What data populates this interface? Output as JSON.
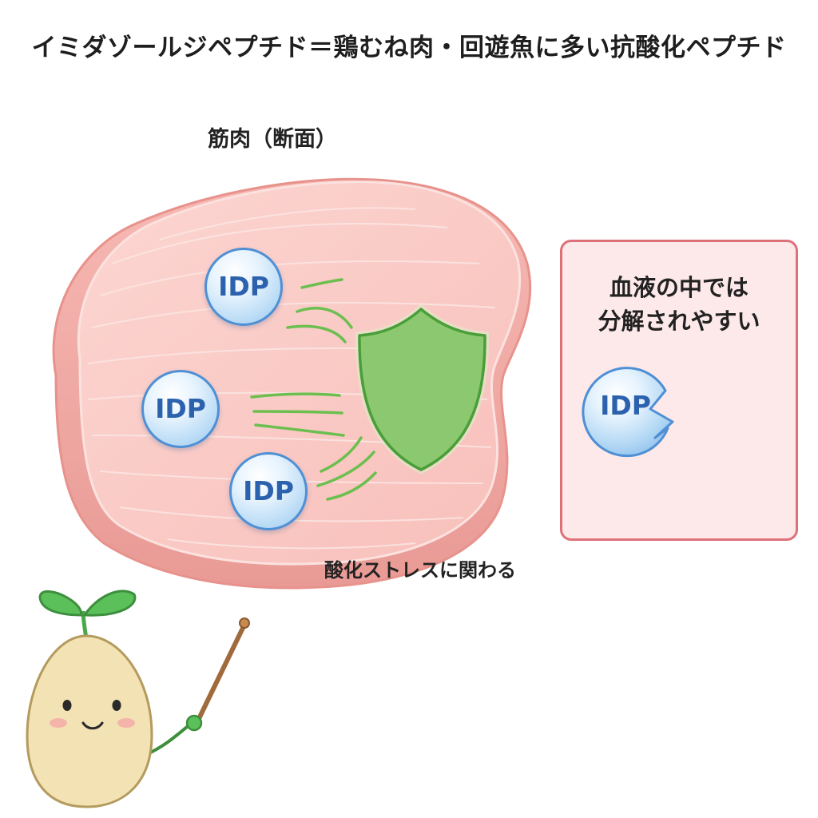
{
  "title": "イミダゾールジペプチド＝鶏むね肉・回遊魚に多い抗酸化ペプチド",
  "muscle": {
    "label": "筋肉（断面）",
    "molecules": [
      "IDP",
      "IDP",
      "IDP"
    ]
  },
  "stress_label": "酸化ストレスに関わる",
  "blood": {
    "line1": "血液の中では",
    "line2": "分解されやすい",
    "molecule": "IDP"
  },
  "colors": {
    "meat": "#f8c4c0",
    "meat_edge": "#f4a9a3",
    "shield": "#8cc86f",
    "shield_edge": "#4a9e3a",
    "molecule_edge": "#4f8fd4",
    "box_border": "#de7178",
    "scissor_handle": "#e0403e"
  },
  "icons": [
    "shield-icon",
    "scissors-icon",
    "sprout-mascot",
    "pointer-stick"
  ]
}
